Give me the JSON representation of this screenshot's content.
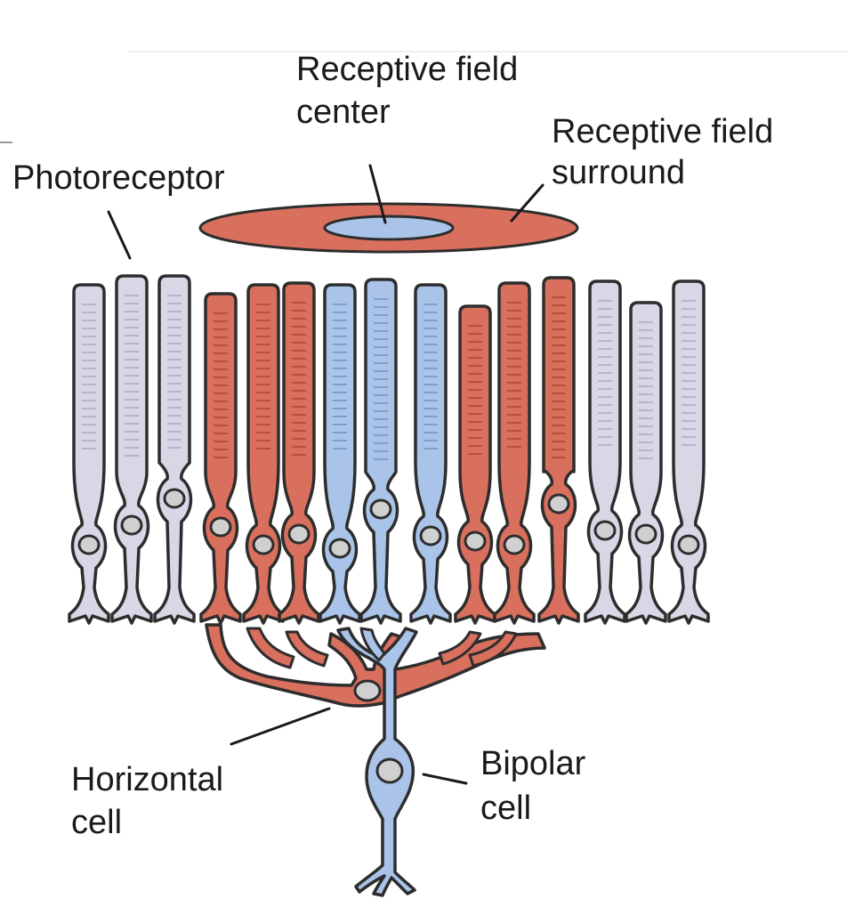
{
  "labels": {
    "rf_center_line1": "Receptive field",
    "rf_center_line2": "center",
    "rf_surround_line1": "Receptive field",
    "rf_surround_line2": "surround",
    "photoreceptor": "Photoreceptor",
    "horizontal_line1": "Horizontal",
    "horizontal_line2": "cell",
    "bipolar_line1": "Bipolar",
    "bipolar_line2": "cell"
  },
  "colors": {
    "surround": "#d9705e",
    "center": "#a9c4e8",
    "inactive": "#d9d6e6",
    "outline": "#2d2d2d"
  },
  "photoreceptors": [
    {
      "type": "inactive"
    },
    {
      "type": "inactive"
    },
    {
      "type": "inactive"
    },
    {
      "type": "surround"
    },
    {
      "type": "surround"
    },
    {
      "type": "surround"
    },
    {
      "type": "center"
    },
    {
      "type": "center"
    },
    {
      "type": "center"
    },
    {
      "type": "surround"
    },
    {
      "type": "surround"
    },
    {
      "type": "surround"
    },
    {
      "type": "inactive"
    },
    {
      "type": "inactive"
    },
    {
      "type": "inactive"
    }
  ]
}
